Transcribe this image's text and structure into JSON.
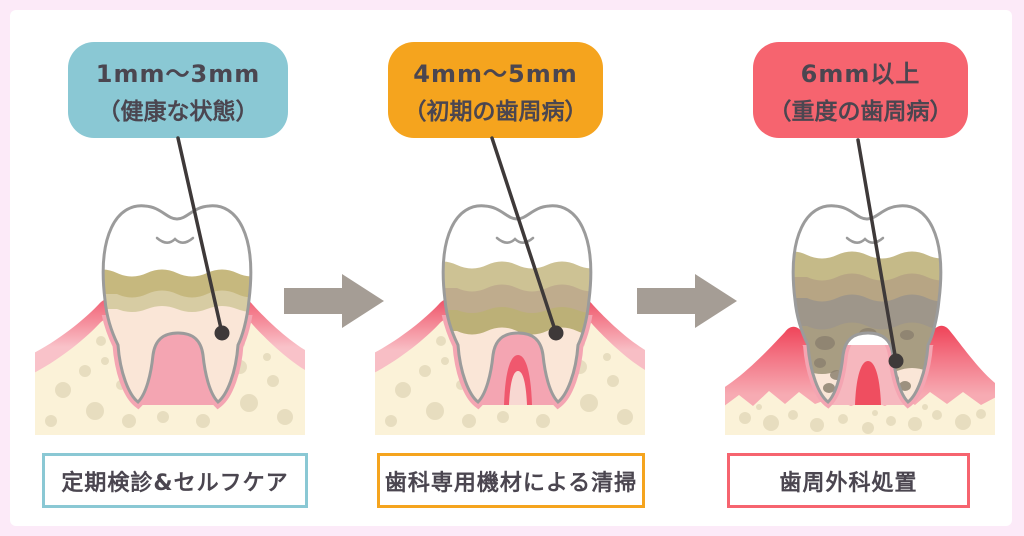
{
  "stages": [
    {
      "pocket_depth": "1mm〜3mm",
      "condition": "（健康な状態）",
      "treatment": "定期検診&セルフケア",
      "accent_color": "#8AC8D4"
    },
    {
      "pocket_depth": "4mm〜5mm",
      "condition": "（初期の歯周病）",
      "treatment": "歯科専用機材による清掃",
      "accent_color": "#F5A41E"
    },
    {
      "pocket_depth": "6mm以上",
      "condition": "（重度の歯周病）",
      "treatment": "歯周外科処置",
      "accent_color": "#F6646F"
    }
  ],
  "colors": {
    "frame_background": "#FCEAF8",
    "canvas_background": "#FFFFFF",
    "text": "#4B4650",
    "arrow": "#A59D95",
    "probe": "#3E3939",
    "gum_red": "#F15E72",
    "gum_pink": "#F8BDC5",
    "bone": "#FBF2D8",
    "bone_spots": "#E7DDBF",
    "tartar_khaki": "#C6B87E",
    "tartar_dark": "#9E968A",
    "root_peach": "#FAE6D7",
    "tooth_outline": "#9B9B9B"
  },
  "icons": {
    "arrow_right_icon": "right-pointing block arrow (svg polygon)",
    "probe_tip_dot": "filled circle marking pocket depth"
  }
}
